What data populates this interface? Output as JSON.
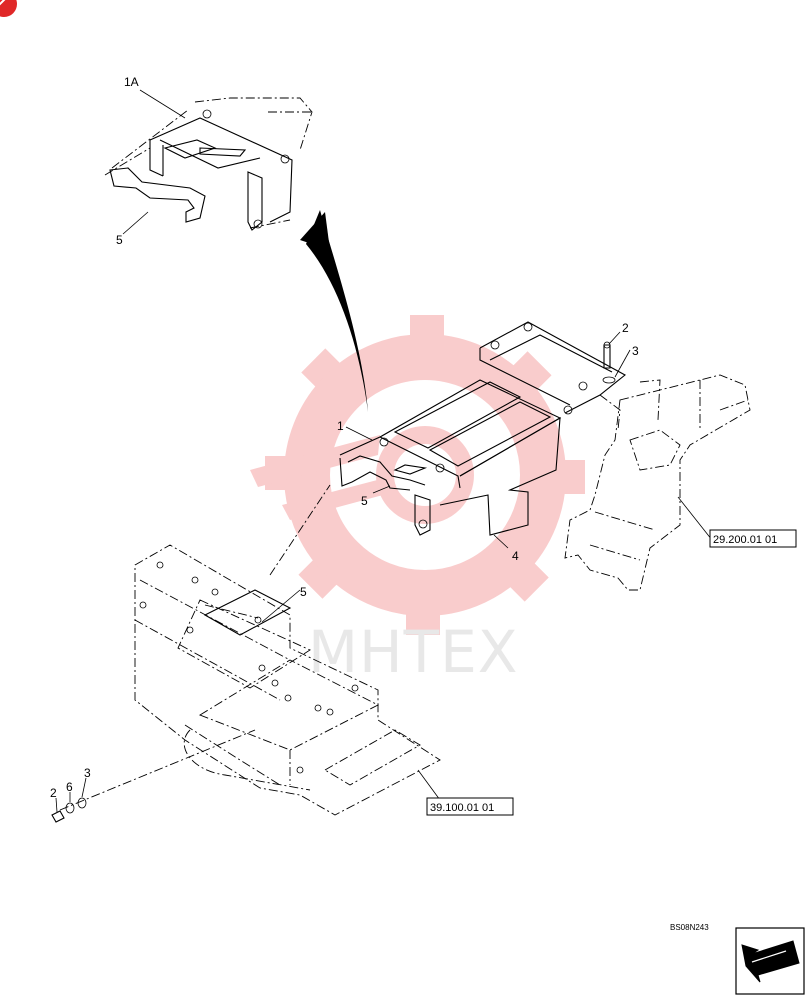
{
  "watermark": {
    "text": "MHTEX",
    "color": "#f5a3a3"
  },
  "callouts": {
    "c1a": "1A",
    "c5_top": "5",
    "c1": "1",
    "c5_mid": "5",
    "c4": "4",
    "c2_top": "2",
    "c3_top": "3",
    "c5_bottom": "5",
    "c2_bottom": "2",
    "c6_bottom": "6",
    "c3_bottom": "3"
  },
  "references": {
    "ref_right": "29.200.01 01",
    "ref_bottom": "39.100.01 01"
  },
  "drawing_code": "BS08N243",
  "icons": {
    "corner_mark": "red-corner-mark",
    "nav_arrow": "next-page-arrow-icon"
  }
}
